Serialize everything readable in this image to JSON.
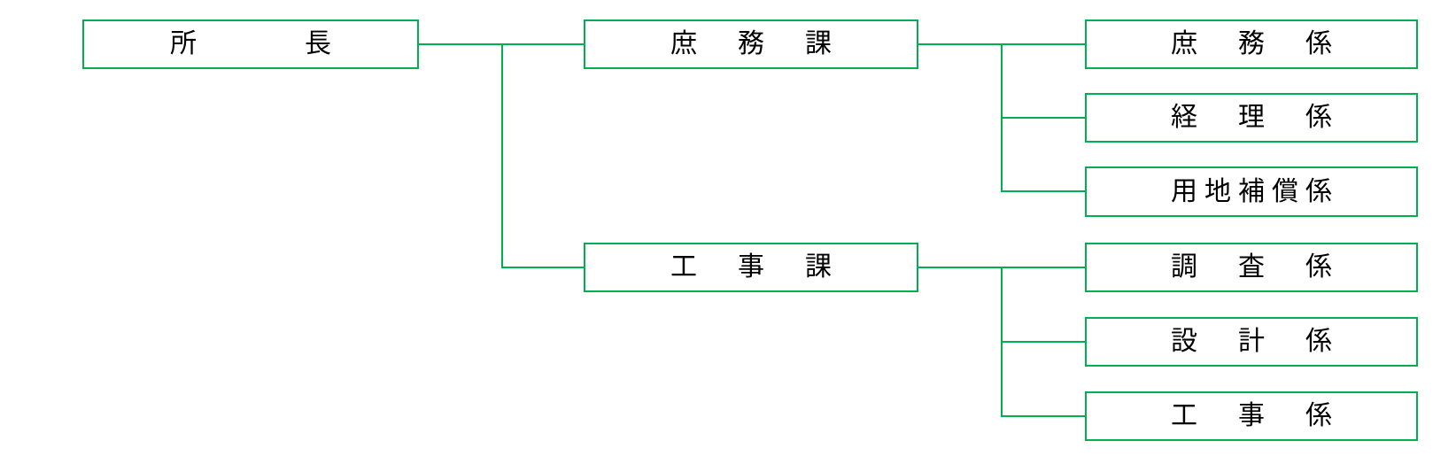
{
  "diagram": {
    "type": "org-chart",
    "colors": {
      "line": "#00B050",
      "text": "#000000",
      "background": "#FFFFFF"
    }
  },
  "nodes": {
    "director": {
      "label": "所長",
      "display": "所　　　長"
    },
    "general_affairs_section": {
      "label": "庶務課",
      "display": "庶　務　課"
    },
    "construction_section": {
      "label": "工事課",
      "display": "工　事　課"
    },
    "general_affairs_unit": {
      "label": "庶務係",
      "display": "庶　務　係"
    },
    "accounting_unit": {
      "label": "経理係",
      "display": "経　理　係"
    },
    "land_compensation_unit": {
      "label": "用地補償係",
      "display": "用地補償係"
    },
    "survey_unit": {
      "label": "調査係",
      "display": "調　査　係"
    },
    "design_unit": {
      "label": "設計係",
      "display": "設　計　係"
    },
    "construction_unit": {
      "label": "工事係",
      "display": "工　事　係"
    }
  },
  "hierarchy": {
    "root": "所長",
    "branches": [
      {
        "parent": "庶務課",
        "children": [
          "庶務係",
          "経理係",
          "用地補償係"
        ]
      },
      {
        "parent": "工事課",
        "children": [
          "調査係",
          "設計係",
          "工事係"
        ]
      }
    ]
  }
}
